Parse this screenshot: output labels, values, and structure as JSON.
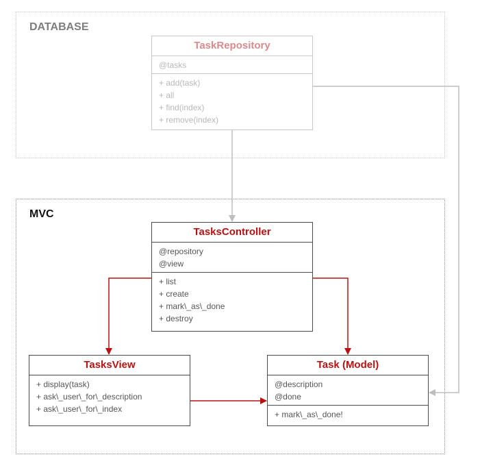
{
  "packages": {
    "database": {
      "label": "DATABASE"
    },
    "mvc": {
      "label": "MVC"
    }
  },
  "classes": {
    "task_repository": {
      "name": "TaskRepository",
      "attributes": [
        "@tasks"
      ],
      "methods": [
        "+ add(task)",
        "+ all",
        "+ find(index)",
        "+ remove(index)"
      ]
    },
    "tasks_controller": {
      "name": "TasksController",
      "attributes": [
        "@repository",
        "@view"
      ],
      "methods": [
        "+ list",
        "+ create",
        "+ mark\\_as\\_done",
        "+ destroy"
      ]
    },
    "tasks_view": {
      "name": "TasksView",
      "methods": [
        "+ display(task)",
        "+ ask\\_user\\_for\\_description",
        "+ ask\\_user\\_for\\_index"
      ]
    },
    "task_model": {
      "name": "Task (Model)",
      "attributes": [
        "@description",
        "@done"
      ],
      "methods": [
        "+ mark\\_as\\_done!"
      ]
    }
  },
  "colors": {
    "accent": "#b81111",
    "faded_accent": "#d98b8b",
    "gray_link": "#bdbdbd"
  }
}
